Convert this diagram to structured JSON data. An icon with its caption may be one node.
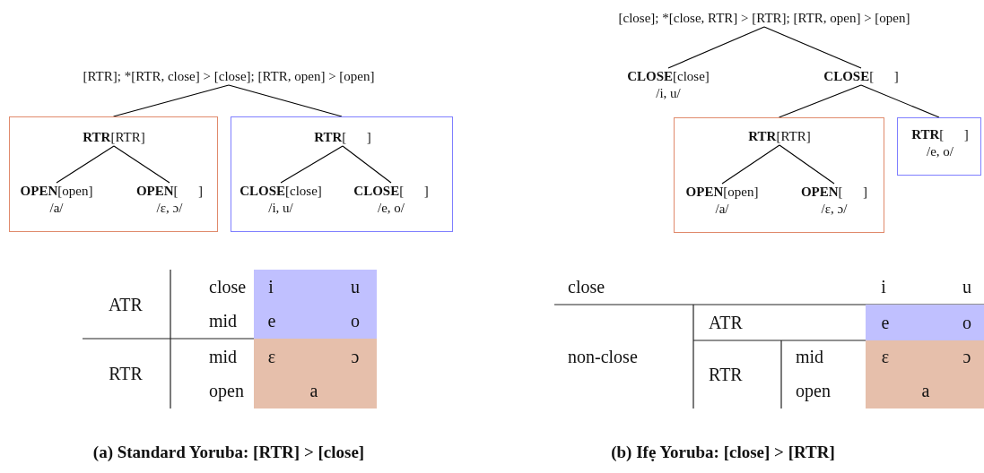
{
  "diagram": {
    "nodes": [
      {
        "text": [
          "[RTR]; *[RTR, close] > [close]; [RTR, open] > [open]"
        ]
      },
      {
        "text": [],
        "shape": "box"
      },
      {
        "text": [
          "**RTR**[RTR]"
        ],
        "in": 1
      },
      {
        "text": [
          "**OPEN**[open]",
          "/a/"
        ],
        "in": 1
      },
      {
        "text": [
          "**OPEN**[      ]",
          "/ɛ, ɔ/"
        ],
        "in": 1
      },
      {
        "text": [],
        "shape": "box"
      },
      {
        "text": [
          "**RTR**[      ]"
        ],
        "in": 5
      },
      {
        "text": [
          "**CLOSE**[close]",
          "/i, u/"
        ],
        "in": 5
      },
      {
        "text": [
          "**CLOSE**[      ]",
          "/e, o/"
        ],
        "in": 5
      },
      {
        "text": [
          "[close]; *[close, RTR] > [RTR]; [RTR, open] > [open]"
        ]
      },
      {
        "text": [
          "**CLOSE**[close]",
          "/i, u/"
        ]
      },
      {
        "text": [
          "**CLOSE**[      ]"
        ]
      },
      {
        "text": [],
        "shape": "box"
      },
      {
        "text": [
          "**RTR**[RTR]"
        ],
        "in": 12
      },
      {
        "text": [
          "**OPEN**[open]",
          "/a/"
        ],
        "in": 12
      },
      {
        "text": [
          "**OPEN**[      ]",
          "/ɛ, ɔ/"
        ],
        "in": 12
      },
      {
        "text": [],
        "shape": "box"
      },
      {
        "text": [
          "**RTR**[      ]",
          "/e, o/"
        ],
        "in": 16
      }
    ],
    "edges": [
      {
        "from": 0,
        "to": 1,
        "arrow": "none"
      },
      {
        "from": 0,
        "to": 5,
        "arrow": "none"
      },
      {
        "from": 2,
        "to": 3,
        "arrow": "none"
      },
      {
        "from": 2,
        "to": 4,
        "arrow": "none"
      },
      {
        "from": 6,
        "to": 7,
        "arrow": "none"
      },
      {
        "from": 6,
        "to": 8,
        "arrow": "none"
      },
      {
        "from": 9,
        "to": 10,
        "arrow": "none"
      },
      {
        "from": 9,
        "to": 11,
        "arrow": "none"
      },
      {
        "from": 11,
        "to": 12,
        "arrow": "none"
      },
      {
        "from": 11,
        "to": 16,
        "arrow": "none"
      },
      {
        "from": 13,
        "to": 14,
        "arrow": "none"
      },
      {
        "from": 13,
        "to": 15,
        "arrow": "none"
      }
    ],
    "labels": [
      "ATR",
      "close",
      "i",
      "u",
      "mid",
      "e",
      "o",
      "RTR",
      "mid",
      "ɛ",
      "ɔ",
      "open",
      "a",
      "close",
      "i",
      "u",
      "non-close",
      "ATR",
      "e",
      "o",
      "RTR",
      "mid",
      "ɛ",
      "ɔ",
      "open",
      "a",
      "(a) Standard Yoruba: [RTR] > [close]",
      "(b) Ifẹ Yoruba: [close] > [RTR]"
    ]
  }
}
